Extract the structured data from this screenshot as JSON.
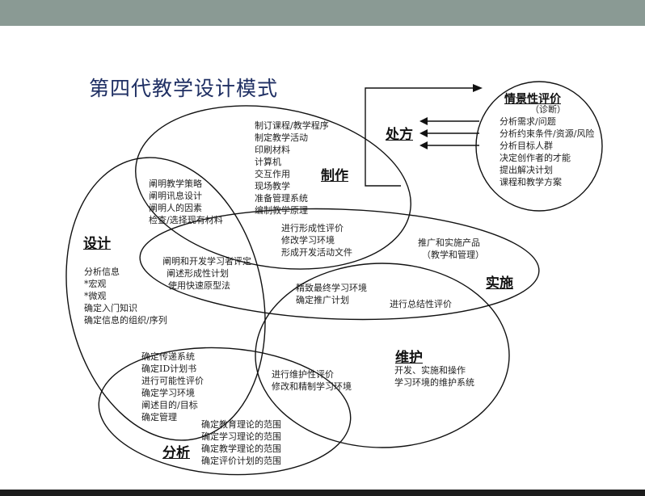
{
  "title": "第四代教学设计模式",
  "labels": {
    "sheji": "设计",
    "zhizuo": "制作",
    "shishi": "实施",
    "weihu": "维护",
    "fenxi": "分析",
    "chufang": "处方",
    "qingjing": "情景性评价"
  },
  "qingjing_items": [
    "（诊断）",
    "分析需求/问题",
    "分析约束条件/资源/风险",
    "分析目标人群",
    "决定创作者的才能",
    "提出解决计划",
    "课程和教学方案"
  ],
  "zhizuo_items": [
    "制订课程/教学程序",
    "制定教学活动",
    "印刷材料",
    "计算机",
    "交互作用",
    "现场教学",
    "准备管理系统",
    "编制教学原理"
  ],
  "design_production_items": [
    "阐明教学策略",
    "阐明讯息设计",
    "阐明人的因素",
    "检查/选择现有材料"
  ],
  "sheji_items": [
    "分析信息",
    "*宏观",
    "*微观",
    "确定入门知识",
    "确定信息的组织/序列"
  ],
  "design_impl_items": [
    "阐明和开发学习者评定",
    "阐述形成性计划",
    "使用快速原型法"
  ],
  "formative_items": [
    "进行形成性评价",
    "修改学习环境",
    "形成开发活动文件"
  ],
  "promote_items": [
    "推广和实施产品",
    "（教学和管理）"
  ],
  "final_items": [
    "精致最终学习环境",
    "确定推广计划"
  ],
  "summative_item": "进行总结性评价",
  "weihu_items": [
    "开发、实施和操作",
    "学习环境的维护系统"
  ],
  "maintain_eval_items": [
    "进行维护性评价",
    "修改和精制学习环境"
  ],
  "analysis_design_items": [
    "确定传递系统",
    "确定ID计划书",
    "进行可能性评价",
    "确定学习环境",
    "阐述目的/目标",
    "确定管理"
  ],
  "fenxi_items": [
    "确定教育理论的范围",
    "确定学习理论的范围",
    "确定教学理论的范围",
    "确定评价计划的范围"
  ]
}
